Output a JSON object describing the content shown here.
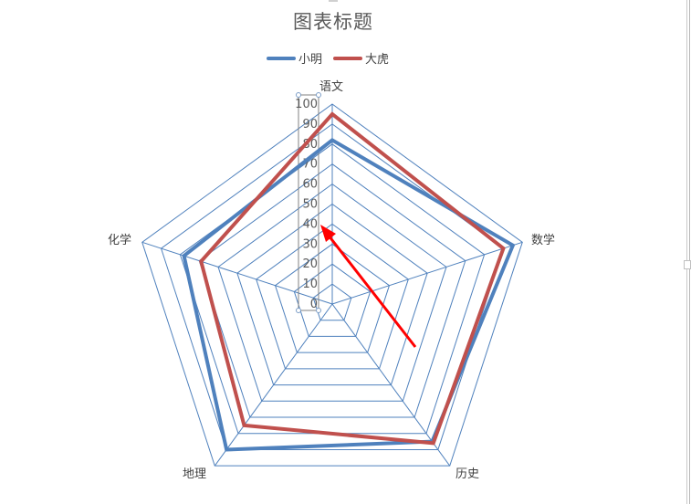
{
  "chart_data": {
    "type": "radar",
    "title": "图表标题",
    "categories": [
      "语文",
      "数学",
      "历史",
      "地理",
      "化学"
    ],
    "series": [
      {
        "name": "小明",
        "color": "#4F81BD",
        "values": [
          82,
          95,
          85,
          90,
          78
        ]
      },
      {
        "name": "大虎",
        "color": "#C0504D",
        "values": [
          95,
          90,
          86,
          75,
          69
        ]
      }
    ],
    "radial_axis": {
      "min": 0,
      "max": 100,
      "step": 10,
      "tick_labels": [
        "0",
        "10",
        "20",
        "30",
        "40",
        "50",
        "60",
        "70",
        "80",
        "90",
        "100"
      ]
    },
    "grid": true,
    "grid_color": "#4F81BD",
    "legend_position": "top",
    "annotation": {
      "type": "arrow",
      "color": "#FF0000",
      "points_to": "40"
    }
  },
  "chart": {
    "title": "图表标题",
    "legend": [
      {
        "label": "小明",
        "color": "#4F81BD"
      },
      {
        "label": "大虎",
        "color": "#C0504D"
      }
    ],
    "axis_labels": [
      "语文",
      "数学",
      "历史",
      "地理",
      "化学"
    ]
  }
}
